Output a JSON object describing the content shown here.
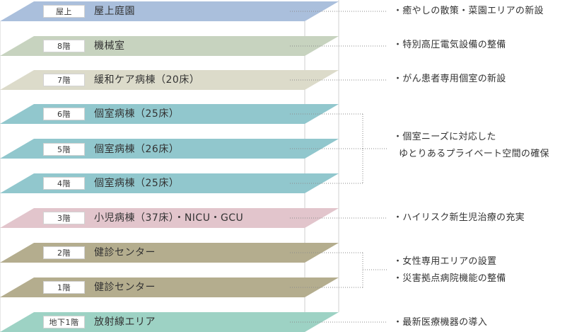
{
  "floors": [
    {
      "tag": "屋上",
      "use": "屋上庭園",
      "color": "#aabfdc"
    },
    {
      "tag": "8階",
      "use": "機械室",
      "color": "#c7d3bf"
    },
    {
      "tag": "7階",
      "use": "緩和ケア病棟（20床）",
      "color": "#dcdbca"
    },
    {
      "tag": "6階",
      "use": "個室病棟（25床）",
      "color": "#91c7cd"
    },
    {
      "tag": "5階",
      "use": "個室病棟（26床）",
      "color": "#91c7cd"
    },
    {
      "tag": "4階",
      "use": "個室病棟（25床）",
      "color": "#91c7cd"
    },
    {
      "tag": "3階",
      "use": "小児病棟（37床）・NICU・GCU",
      "color": "#e2c5cc"
    },
    {
      "tag": "2階",
      "use": "健診センター",
      "color": "#b4ad8e"
    },
    {
      "tag": "1階",
      "use": "健診センター",
      "color": "#b4ad8e"
    },
    {
      "tag": "地下1階",
      "use": "放射線エリア",
      "color": "#9dd2c4"
    }
  ],
  "notes": [
    {
      "lines": [
        "・癒やしの散策・菜園エリアの新設"
      ]
    },
    {
      "lines": [
        "・特別高圧電気設備の整備"
      ]
    },
    {
      "lines": [
        "・がん患者専用個室の新設"
      ]
    },
    {
      "lines": [
        "・個室ニーズに対応した",
        "ゆとりあるプライベート空間の確保"
      ]
    },
    {
      "lines": [
        "・ハイリスク新生児治療の充実"
      ]
    },
    {
      "lines": [
        "・女性専用エリアの設置",
        "・災害拠点病院機能の整備"
      ]
    },
    {
      "lines": [
        "・最新医療機器の導入"
      ]
    }
  ]
}
